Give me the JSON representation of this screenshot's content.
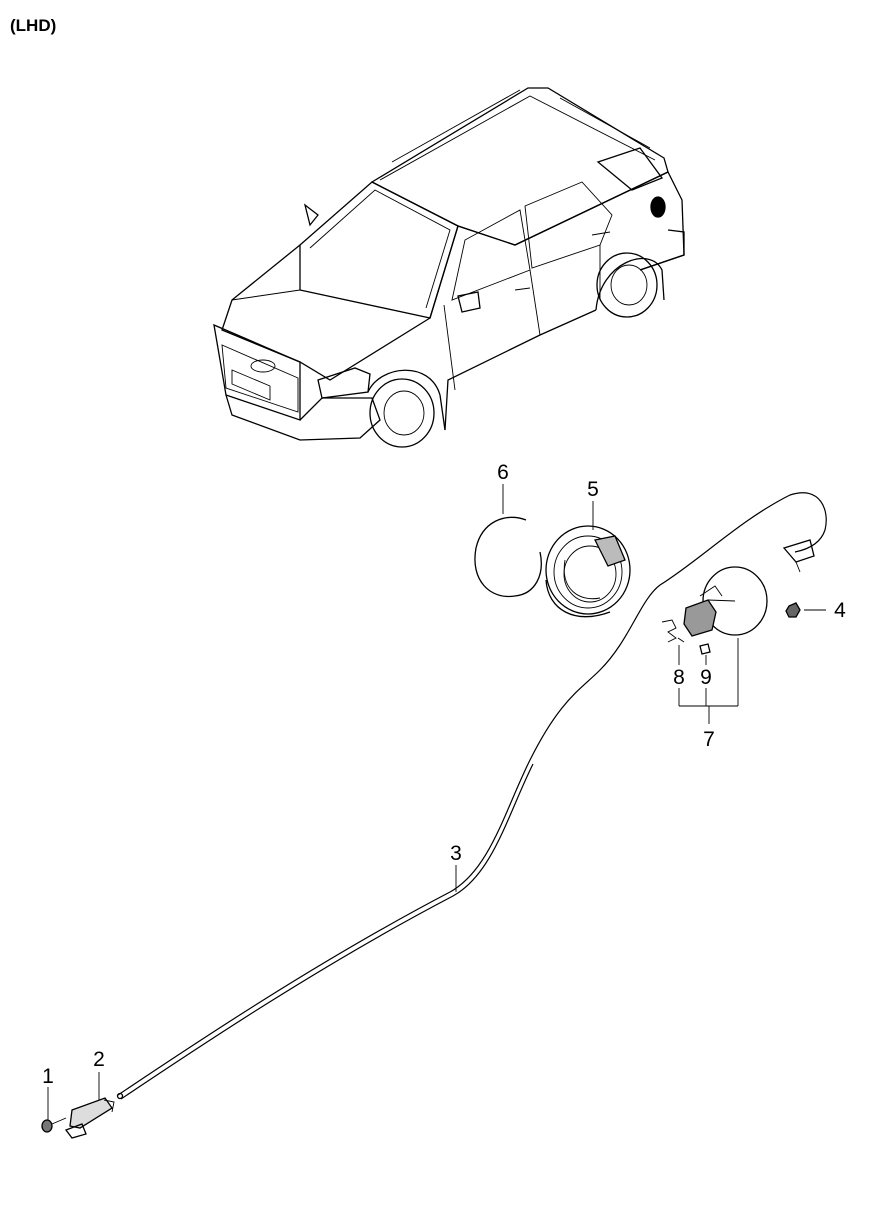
{
  "header": {
    "variant_label": "(LHD)"
  },
  "callouts": [
    {
      "id": "1",
      "text": "1"
    },
    {
      "id": "2",
      "text": "2"
    },
    {
      "id": "3",
      "text": "3"
    },
    {
      "id": "4",
      "text": "4"
    },
    {
      "id": "5",
      "text": "5"
    },
    {
      "id": "6",
      "text": "6"
    },
    {
      "id": "7",
      "text": "7"
    },
    {
      "id": "8",
      "text": "8"
    },
    {
      "id": "9",
      "text": "9"
    }
  ]
}
